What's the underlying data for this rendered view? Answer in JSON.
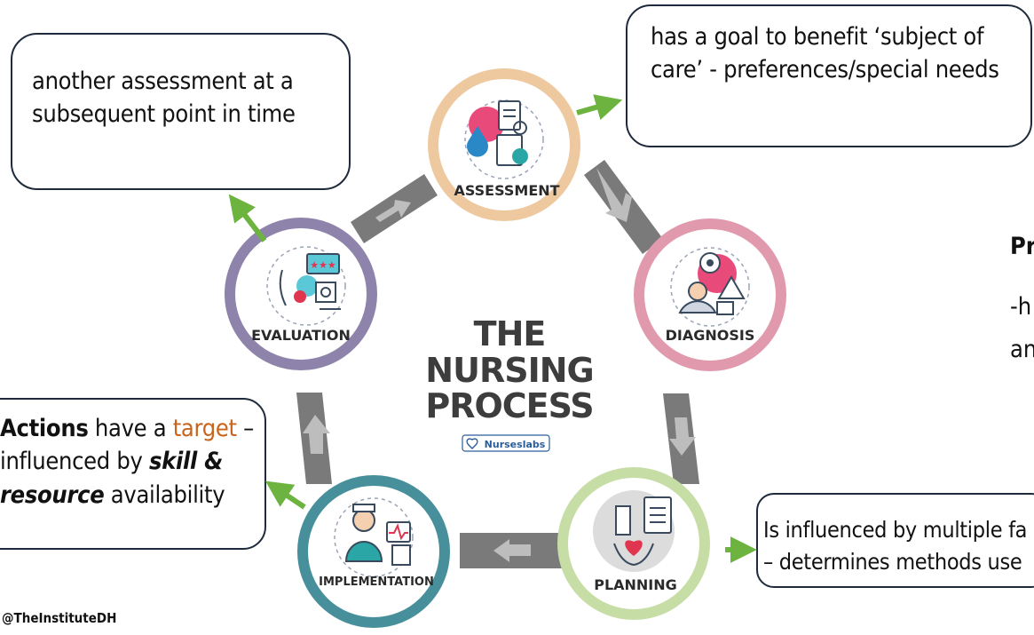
{
  "boxes": {
    "reassess": {
      "line1": "another assessment at a",
      "line2": "subsequent point in time"
    },
    "planning_goal": {
      "line1": "has a goal to benefit ‘subject of",
      "line2": "care’ - preferences/special needs"
    },
    "actions": {
      "bold": "Actions",
      "t1": " have a ",
      "target": "target",
      "t2": " –",
      "line2": "influenced by ",
      "skill": "skill &",
      "resource": "resource",
      "line3": " availability"
    },
    "factors": {
      "line1": "Is influenced by multiple fa",
      "line2": "– determines methods use"
    }
  },
  "side_text": {
    "heading": "Pr",
    "line1": "-h",
    "line2": "an"
  },
  "handle": "@TheInstituteDH",
  "diagram": {
    "title_lines": [
      "THE",
      "NURSING",
      "PROCESS"
    ],
    "brand": "Nurseslabs",
    "stages": [
      {
        "label": "ASSESSMENT",
        "color": "#eec9a0"
      },
      {
        "label": "DIAGNOSIS",
        "color": "#e199ad"
      },
      {
        "label": "PLANNING",
        "color": "#c6dea5"
      },
      {
        "label": "IMPLEMENTATION",
        "color": "#478f9a"
      },
      {
        "label": "EVALUATION",
        "color": "#8e84ab"
      }
    ],
    "arrow_color": "#6db33f"
  }
}
